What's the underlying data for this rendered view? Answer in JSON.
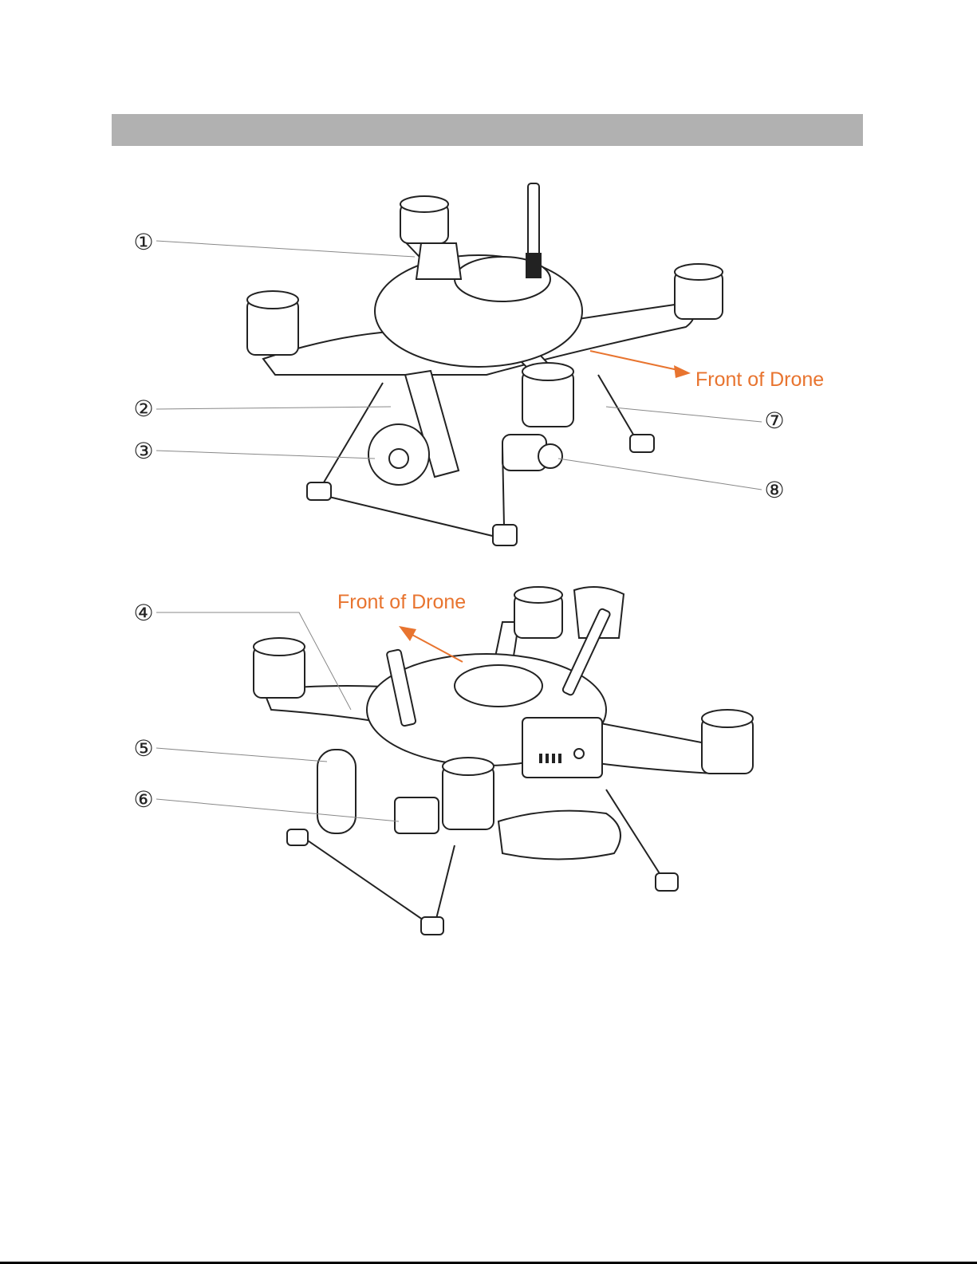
{
  "header": {
    "title": ""
  },
  "figures": {
    "top": {
      "front_label": "Front of Drone",
      "callouts": [
        {
          "number": "①",
          "part": ""
        },
        {
          "number": "②",
          "part": ""
        },
        {
          "number": "③",
          "part": ""
        },
        {
          "number": "⑦",
          "part": ""
        },
        {
          "number": "⑧",
          "part": ""
        }
      ]
    },
    "bottom": {
      "front_label": "Front of Drone",
      "callouts": [
        {
          "number": "④",
          "part": ""
        },
        {
          "number": "⑤",
          "part": ""
        },
        {
          "number": "⑥",
          "part": ""
        }
      ]
    }
  },
  "colors": {
    "accent": "#e8742f",
    "header_bar": "#b1b1b1",
    "line": "#222222"
  }
}
